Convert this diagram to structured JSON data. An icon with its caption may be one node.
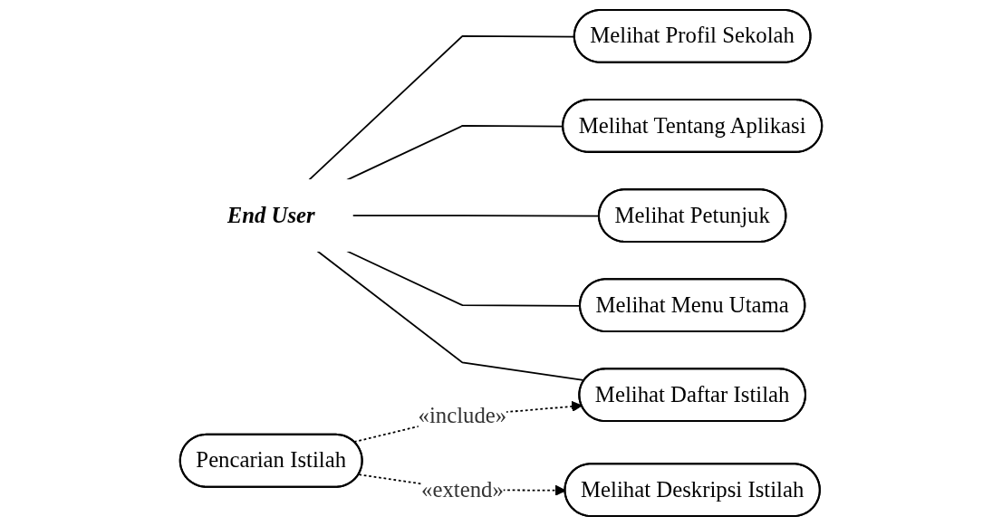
{
  "diagram": {
    "nodes": [
      {
        "text": [
          "End User"
        ]
      },
      {
        "text": [
          "Melihat Menu Utama"
        ]
      },
      {
        "text": [
          "Melihat Daftar Istilah"
        ]
      },
      {
        "text": [
          "Melihat Petunjuk"
        ]
      },
      {
        "text": [
          "Melihat Tentang Aplikasi"
        ]
      },
      {
        "text": [
          "Melihat Profil Sekolah"
        ]
      },
      {
        "text": [
          "Pencarian Istilah"
        ]
      },
      {
        "text": [
          "Melihat Deskripsi Istilah"
        ]
      }
    ],
    "edges": [
      {
        "from": 0,
        "to": 1,
        "arrow": "none"
      },
      {
        "from": 0,
        "to": 2,
        "arrow": "none"
      },
      {
        "from": 0,
        "to": 3,
        "arrow": "none"
      },
      {
        "from": 0,
        "to": 4,
        "arrow": "none"
      },
      {
        "from": 0,
        "to": 5,
        "arrow": "none"
      },
      {
        "from": 6,
        "to": 2,
        "arrow": "to",
        "label": "«include»",
        "style": "dashed"
      },
      {
        "from": 6,
        "to": 7,
        "arrow": "to",
        "label": "«extend»",
        "style": "dashed"
      }
    ]
  }
}
